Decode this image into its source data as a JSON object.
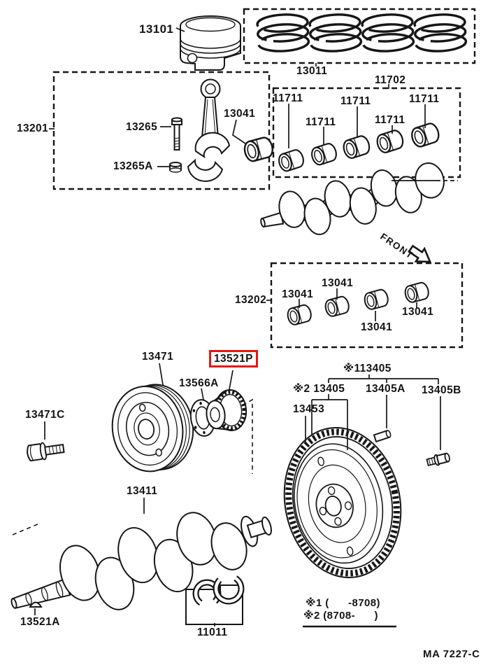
{
  "colors": {
    "highlight": "#e8150d",
    "line": "#161616",
    "background": "#ffffff"
  },
  "highlighted_part": "13521P",
  "labels": {
    "p13101": "13101",
    "p13011": "13011",
    "p11702": "11702",
    "p11711": "11711",
    "p13201": "13201",
    "p13265": "13265",
    "p13265a": "13265A",
    "p13041": "13041",
    "p13202": "13202",
    "p13471": "13471",
    "p13566a": "13566A",
    "p13521p": "13521P",
    "p113405": "※113405",
    "p2_13405": "※2 13405",
    "p13405a": "13405A",
    "p13405b": "13405B",
    "p13453": "13453",
    "p13471c": "13471C",
    "p13411": "13411",
    "p13521a": "13521A",
    "p11011": "11011"
  },
  "front_arrow_label": "FRONT",
  "footnotes": {
    "note1": "※1 (      -8708)",
    "note2": "※2 (8708-      )"
  },
  "doc_code": "MA 7227-C"
}
